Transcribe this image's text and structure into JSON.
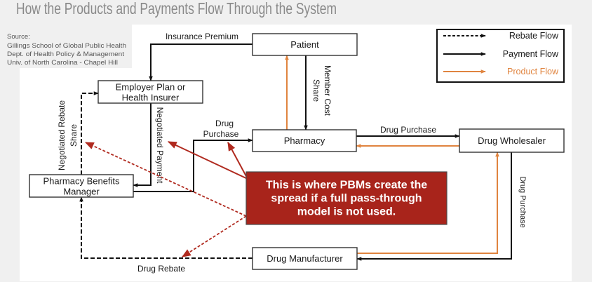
{
  "title": "How the Products and Payments Flow Through the System",
  "source": {
    "lines": [
      "Source:",
      "Gillings School of Global Public Health",
      "Dept. of Health Policy & Management",
      "Univ. of North Carolina - Chapel Hill"
    ]
  },
  "legend": {
    "items": [
      {
        "label": "Rebate Flow",
        "style": "dashed",
        "color": "#111111"
      },
      {
        "label": "Payment Flow",
        "style": "solid",
        "color": "#111111"
      },
      {
        "label": "Product Flow",
        "style": "solid",
        "color": "#e0843f"
      }
    ]
  },
  "nodes": {
    "patient": {
      "label": "Patient"
    },
    "employer": {
      "lines": [
        "Employer Plan or",
        "Health Insurer"
      ]
    },
    "pbm": {
      "lines": [
        "Pharmacy Benefits",
        "Manager"
      ]
    },
    "pharmacy": {
      "label": "Pharmacy"
    },
    "wholesaler": {
      "label": "Drug Wholesaler"
    },
    "manufacturer": {
      "label": "Drug Manufacturer"
    }
  },
  "flows": {
    "insurance_premium": "Insurance Premium",
    "member_cost_share": [
      "Member Cost",
      "Share"
    ],
    "negotiated_payment": "Negotiated Payment",
    "negotiated_rebate_share": [
      "Negotiated Rebate",
      "Share"
    ],
    "pbm_drug_purchase": [
      "Drug",
      "Purchase"
    ],
    "pharmacy_drug_purchase": "Drug Purchase",
    "wholesaler_drug_purchase": "Drug Purchase",
    "drug_rebate": "Drug Rebate"
  },
  "callout": {
    "lines": [
      "This is where PBMs create the",
      "spread if a full pass-through",
      "model is not used."
    ]
  },
  "colors": {
    "bg": "#f0f0f0",
    "canvas": "#ffffff",
    "payment": "#111111",
    "rebate": "#111111",
    "product": "#e0843f",
    "callout": "#a8241b",
    "callout-arrow": "#b02a1f",
    "title": "#8a8a8a",
    "source": "#555555"
  }
}
